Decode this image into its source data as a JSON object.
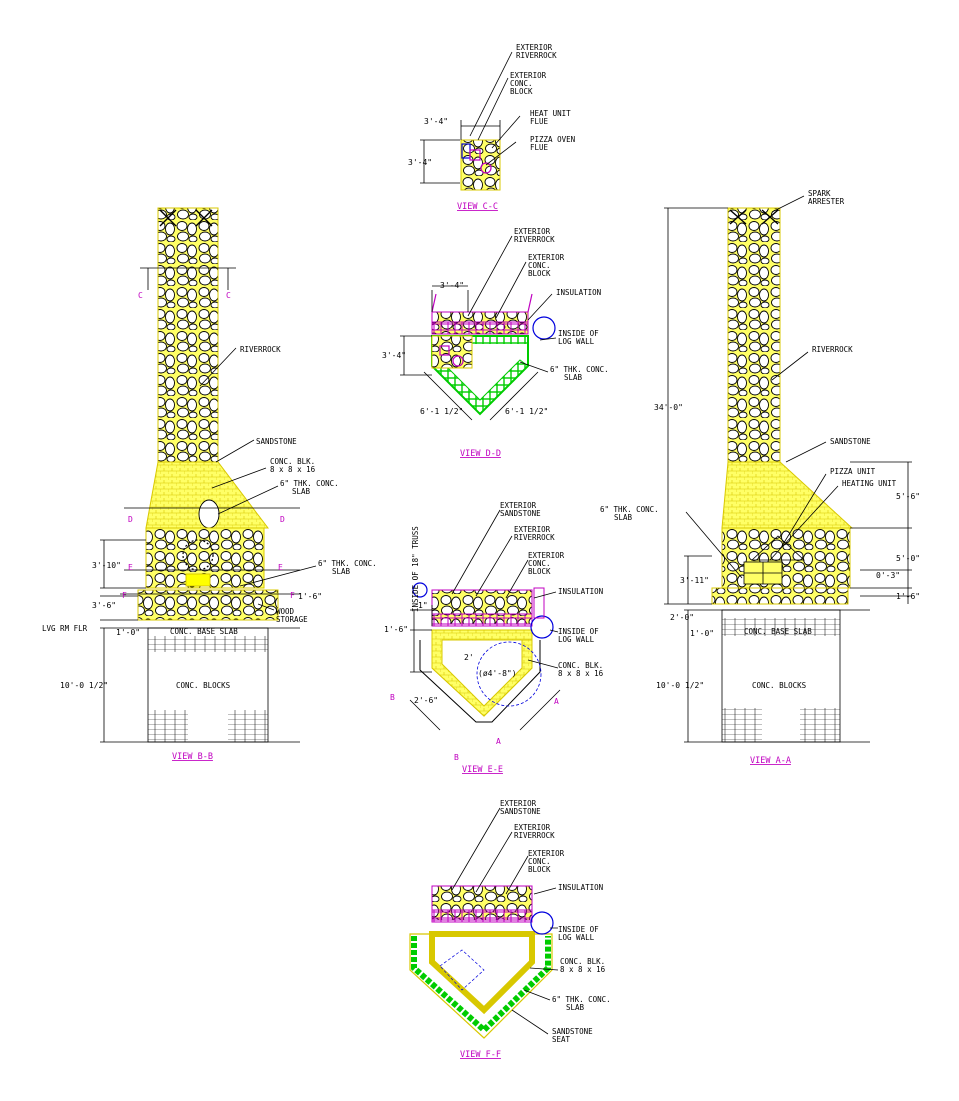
{
  "colors": {
    "concrete": "#ffff66",
    "rock": "#000000",
    "insulation": "#c000c0",
    "slab": "#00cc00",
    "log_wall": "#0000dd",
    "titles": "#c000c0"
  },
  "view_cc": {
    "title": "VIEW C-C",
    "labels": {
      "exterior_riverrock": [
        "EXTERIOR",
        "RIVERROCK"
      ],
      "conc_block": [
        "EXTERIOR",
        "CONC.",
        "BLOCK"
      ],
      "heat_unit_flue": [
        "HEAT UNIT",
        "FLUE"
      ],
      "pizza_oven_flue": [
        "PIZZA OVEN",
        "FLUE"
      ]
    },
    "dims": {
      "width": "3'-4\"",
      "height": "3'-4\""
    }
  },
  "view_dd": {
    "title": "VIEW D-D",
    "labels": {
      "exterior_riverrock": [
        "EXTERIOR",
        "RIVERROCK"
      ],
      "conc_block": [
        "EXTERIOR",
        "CONC.",
        "BLOCK"
      ],
      "insulation": "INSULATION",
      "log_wall": [
        "INSIDE OF",
        "LOG WALL"
      ],
      "slab": [
        "6\" THK. CONC.",
        "SLAB"
      ]
    },
    "dims": {
      "width": "3'-4\"",
      "height": "3'-4\"",
      "left_diag": "6'-1 1/2\"",
      "right_diag": "6'-1 1/2\""
    }
  },
  "view_ee": {
    "title": "VIEW E-E",
    "labels": {
      "exterior_sandstone": [
        "EXTERIOR",
        "SANDSTONE"
      ],
      "exterior_riverrock": [
        "EXTERIOR",
        "RIVERROCK"
      ],
      "conc_block": [
        "EXTERIOR",
        "CONC.",
        "BLOCK"
      ],
      "insulation": "INSULATION",
      "log_wall": [
        "INSIDE OF",
        "LOG WALL"
      ],
      "conc_blk": [
        "CONC. BLK.",
        "8 x 8 x 16"
      ],
      "truss": "INSIDE OF 18\" TRUSS"
    },
    "dims": {
      "d1": "1\"",
      "d2": "1'-6\"",
      "d3": "2'",
      "d4": "2'-6\"",
      "circle": "(ø4'-8\")"
    },
    "cuts": {
      "a": "A",
      "b": "B"
    }
  },
  "view_ff": {
    "title": "VIEW F-F",
    "labels": {
      "exterior_sandstone": [
        "EXTERIOR",
        "SANDSTONE"
      ],
      "exterior_riverrock": [
        "EXTERIOR",
        "RIVERROCK"
      ],
      "conc_block": [
        "EXTERIOR",
        "CONC.",
        "BLOCK"
      ],
      "insulation": "INSULATION",
      "log_wall": [
        "INSIDE OF",
        "LOG WALL"
      ],
      "conc_blk": [
        "CONC. BLK.",
        "8 x 8 x 16"
      ],
      "slab": [
        "6\" THK. CONC.",
        "SLAB"
      ],
      "seat": [
        "SANDSTONE",
        "SEAT"
      ]
    }
  },
  "view_bb": {
    "title": "VIEW B-B",
    "labels": {
      "riverrock": "RIVERROCK",
      "sandstone": "SANDSTONE",
      "conc_blk": [
        "CONC. BLK.",
        "8 x 8 x 16"
      ],
      "slab1": [
        "6\" THK. CONC.",
        "SLAB"
      ],
      "slab2": [
        "6\" THK. CONC.",
        "SLAB"
      ],
      "wood": [
        "WOOD",
        "STORAGE"
      ],
      "lvg": "LVG RM FLR",
      "base": "CONC. BASE SLAB",
      "blocks": "CONC. BLOCKS"
    },
    "dims": {
      "d1": "3'-10\"",
      "d2": "3'-6\"",
      "d3": "1'-0\"",
      "d4": "10'-0 1/2\"",
      "d5": "1'-6\""
    },
    "cuts": {
      "c": "C",
      "d": "D",
      "e": "E",
      "f": "F"
    }
  },
  "view_aa": {
    "title": "VIEW A-A",
    "labels": {
      "spark": [
        "SPARK",
        "ARRESTER"
      ],
      "riverrock": "RIVERROCK",
      "sandstone": "SANDSTONE",
      "pizza": "PIZZA UNIT",
      "heating": "HEATING UNIT",
      "slab": [
        "6\" THK. CONC.",
        "SLAB"
      ],
      "base": "CONC. BASE SLAB",
      "blocks": "CONC. BLOCKS"
    },
    "dims": {
      "height": "34'-0\"",
      "d1": "5'-6\"",
      "d2": "5'-0\"",
      "d3": "3'-11\"",
      "d4": "0'-3\"",
      "d5": "1'-6\"",
      "d6": "2'-0\"",
      "d7": "1'-0\"",
      "d8": "10'-0 1/2\""
    }
  }
}
